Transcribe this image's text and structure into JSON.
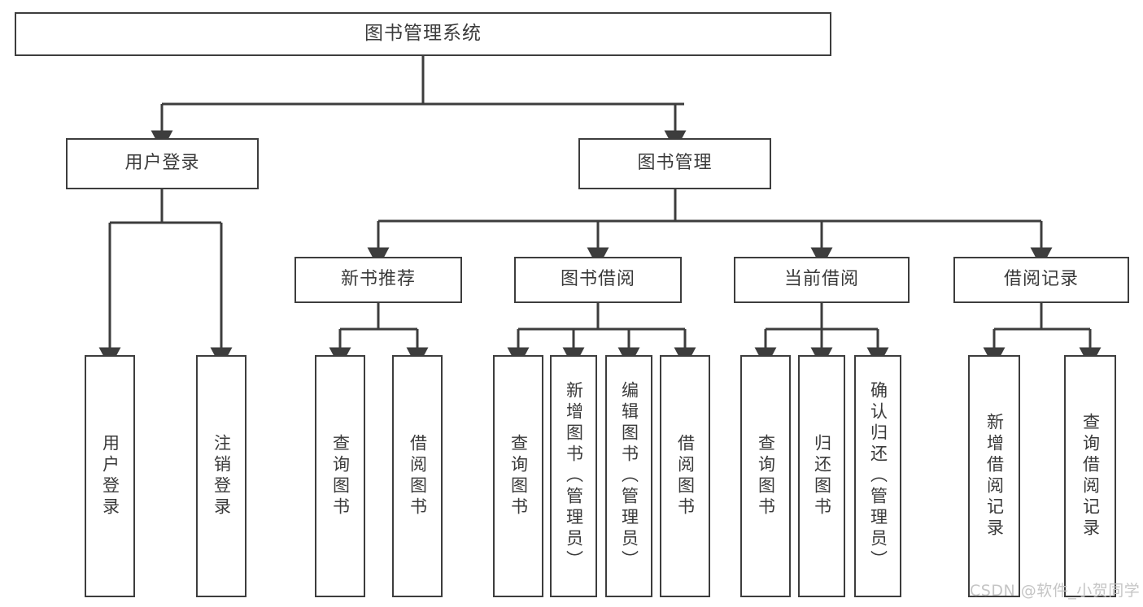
{
  "diagram": {
    "title": "图书管理系统",
    "type": "hierarchy-tree",
    "root": {
      "id": "root",
      "label": "图书管理系统"
    },
    "level2": [
      {
        "id": "user-login",
        "label": "用户登录"
      },
      {
        "id": "book-manage",
        "label": "图书管理"
      }
    ],
    "level3": [
      {
        "id": "new-book-rec",
        "label": "新书推荐"
      },
      {
        "id": "book-borrow",
        "label": "图书借阅"
      },
      {
        "id": "current-borrow",
        "label": "当前借阅"
      },
      {
        "id": "borrow-record",
        "label": "借阅记录"
      }
    ],
    "leaves": [
      {
        "id": "leaf-user-login",
        "label": "用户登录",
        "parent": "user-login"
      },
      {
        "id": "leaf-logout-login",
        "label": "注销登录",
        "parent": "user-login"
      },
      {
        "id": "leaf-query-book-1",
        "label": "查询图书",
        "parent": "new-book-rec"
      },
      {
        "id": "leaf-borrow-book-1",
        "label": "借阅图书",
        "parent": "new-book-rec"
      },
      {
        "id": "leaf-query-book-2",
        "label": "查询图书",
        "parent": "book-borrow"
      },
      {
        "id": "leaf-add-book",
        "label": "新增图书（管理员）",
        "parent": "book-borrow"
      },
      {
        "id": "leaf-edit-book",
        "label": "编辑图书（管理员）",
        "parent": "book-borrow"
      },
      {
        "id": "leaf-borrow-book-2",
        "label": "借阅图书",
        "parent": "book-borrow"
      },
      {
        "id": "leaf-query-book-3",
        "label": "查询图书",
        "parent": "current-borrow"
      },
      {
        "id": "leaf-return-book",
        "label": "归还图书",
        "parent": "current-borrow"
      },
      {
        "id": "leaf-confirm-return",
        "label": "确认归还（管理员）",
        "parent": "current-borrow"
      },
      {
        "id": "leaf-add-record",
        "label": "新增借阅记录",
        "parent": "borrow-record"
      },
      {
        "id": "leaf-query-record",
        "label": "查询借阅记录",
        "parent": "borrow-record"
      }
    ]
  },
  "watermark": {
    "text": "CSDN @软件_小贺同学"
  },
  "colors": {
    "box_border": "#3d3d3d",
    "box_fill": "#ffffff",
    "text": "#3a3a3a",
    "connector": "#3d3d3d",
    "background": "#ffffff",
    "watermark": "#c2c2c2"
  }
}
